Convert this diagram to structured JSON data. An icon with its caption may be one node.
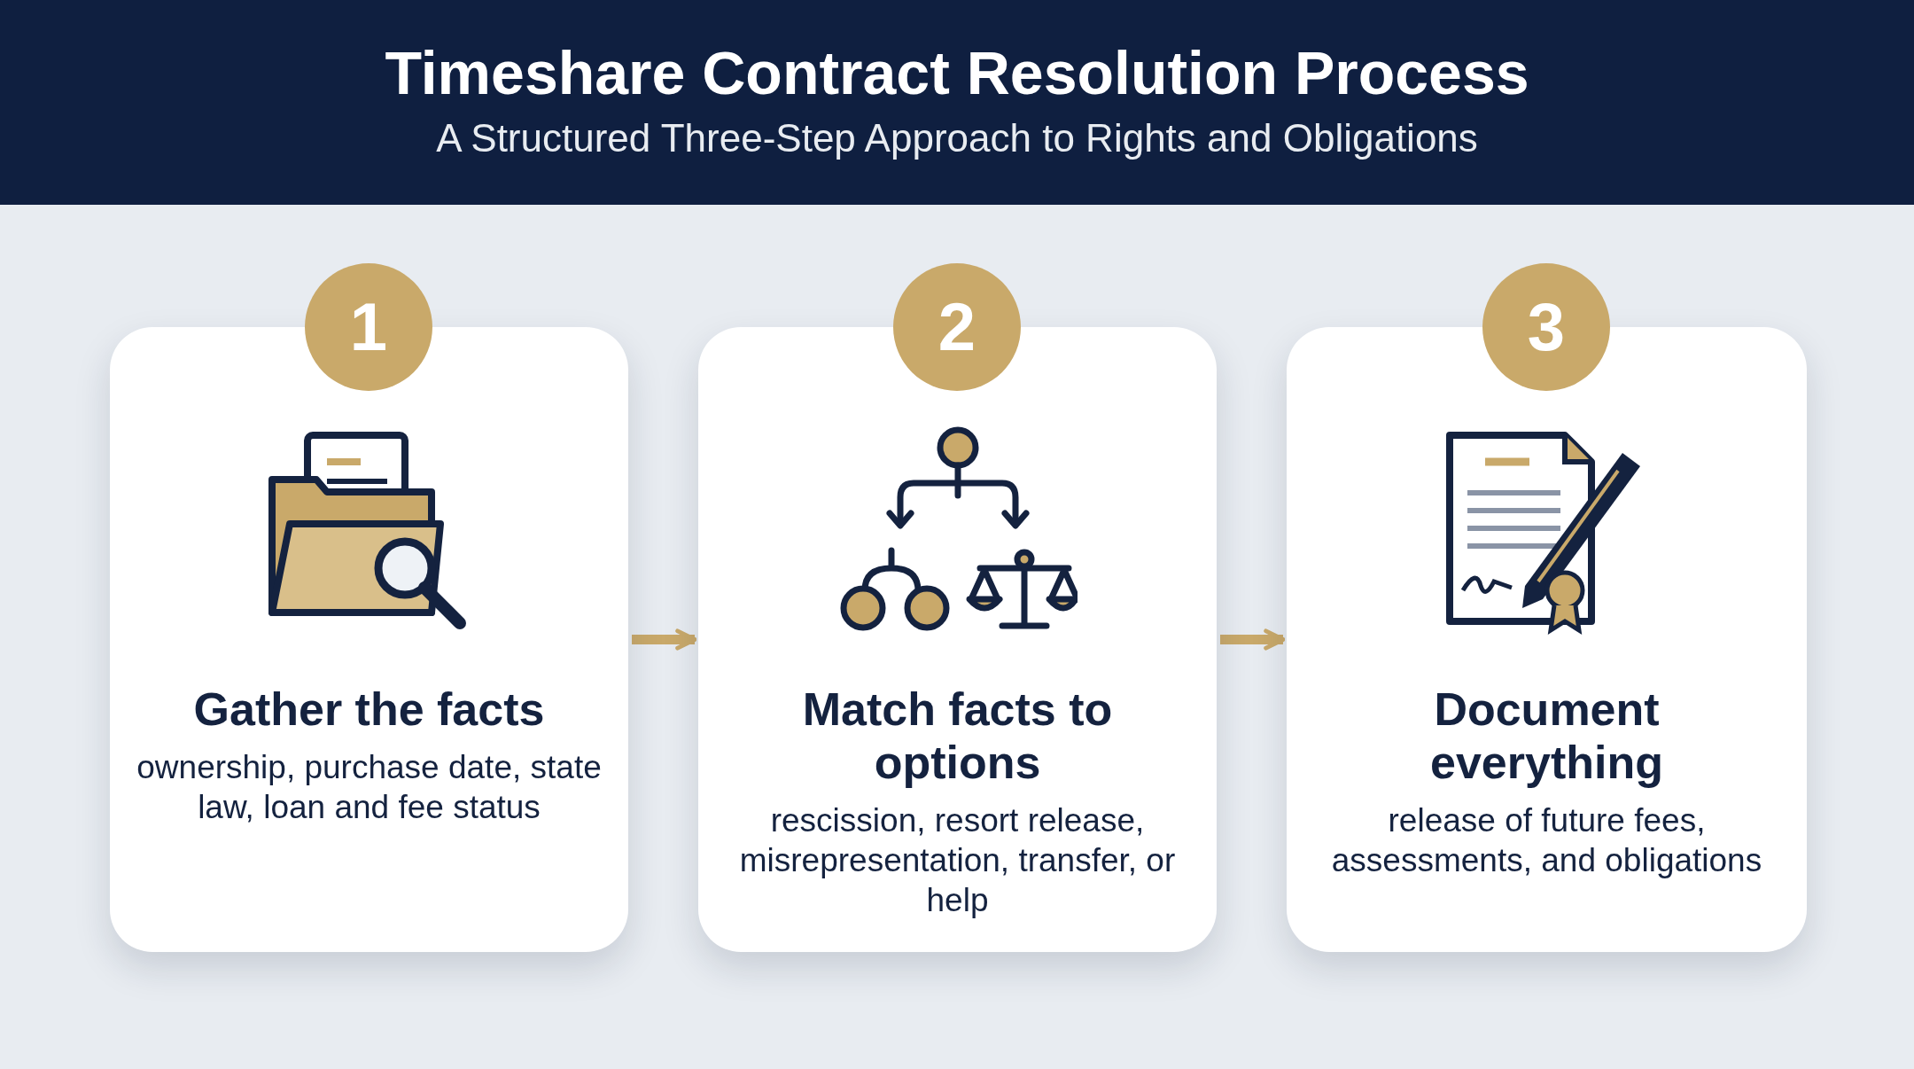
{
  "diagram": {
    "title": "Timeshare Contract Resolution Process",
    "caption": "A Structured Three-Step Approach to Rights and Obligations",
    "nodes": [
      {
        "text": [
          "1"
        ]
      },
      {
        "text": [
          "Gather the facts",
          "ownership, purchase date, state law, loan and fee status"
        ]
      },
      {
        "text": [
          "2"
        ]
      },
      {
        "text": [
          "Match facts to options",
          "rescission, resort release, misrepresentation, transfer, or help"
        ]
      },
      {
        "text": [
          "3"
        ]
      },
      {
        "text": [
          "Document everything",
          "release of future fees, assessments, and obligations"
        ]
      }
    ],
    "edges": [
      {
        "from": 1,
        "to": 3,
        "arrow": "to"
      },
      {
        "from": 3,
        "to": 5,
        "arrow": "to"
      }
    ]
  }
}
